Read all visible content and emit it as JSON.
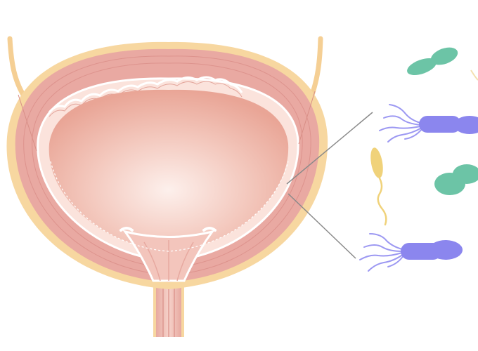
{
  "diagram": {
    "subject": "bladder-cross-section-with-bacteria",
    "colors": {
      "background": "#ffffff",
      "serosa": "#f7d7a0",
      "muscle_wall": "#e9a9a2",
      "muscle_wall_dark": "#dd938d",
      "mucosa": "#fbe3dc",
      "lumen_center": "#fbe6e0",
      "lumen_edge": "#eeb0a2",
      "urethra": "#efc1b8",
      "ureter": "#f5cf94",
      "callout_line": "#8a8a8a",
      "bacterium_rod": "#8b86ee",
      "bacterium_flagella": "#9c98f2",
      "bacterium_coccus": "#6cc4a6",
      "bacterium_spirochete": "#f0d27a"
    },
    "bacteria": [
      {
        "kind": "coccus",
        "color_key": "bacterium_coccus"
      },
      {
        "kind": "flagellated-rod",
        "color_key": "bacterium_rod"
      },
      {
        "kind": "spirochete",
        "color_key": "bacterium_spirochete"
      },
      {
        "kind": "coccus",
        "color_key": "bacterium_coccus"
      },
      {
        "kind": "flagellated-rod",
        "color_key": "bacterium_rod"
      }
    ]
  }
}
